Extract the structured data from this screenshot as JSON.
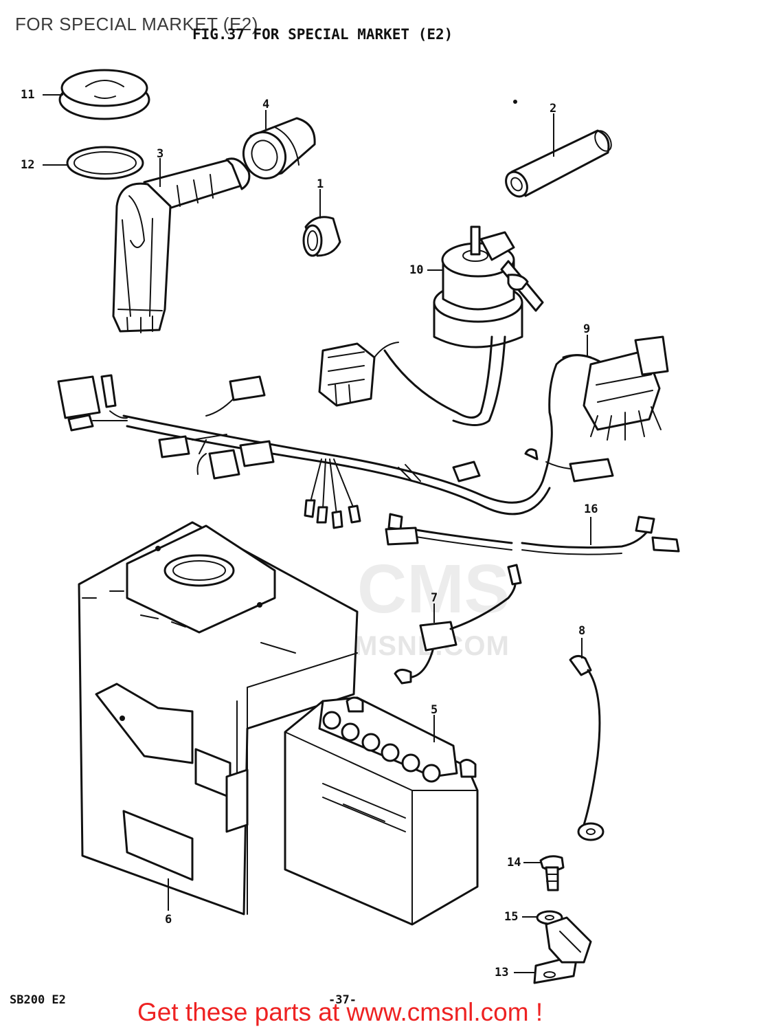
{
  "page": {
    "title": "FOR SPECIAL MARKET (E2)",
    "figure_title": "FIG.37  FOR SPECIAL MARKET (E2)",
    "model_code": "SB200  E2",
    "page_number": "-37-",
    "cta_text": "Get these parts at www.cmsnl.com !",
    "cta_color": "#ee2222"
  },
  "watermark": {
    "brand": "CMS",
    "url": "WWW.CMSNL.COM"
  },
  "callouts": {
    "c1": "1",
    "c2": "2",
    "c3": "3",
    "c4": "4",
    "c5": "5",
    "c6": "6",
    "c7": "7",
    "c8": "8",
    "c9": "9",
    "c10": "10",
    "c11": "11",
    "c12": "12",
    "c13": "13",
    "c14": "14",
    "c15": "15",
    "c16": "16"
  },
  "parts_icons": {
    "1": "ring-icon",
    "2": "tube-icon",
    "3": "plug-cap-icon",
    "4": "sleeve-icon",
    "5": "battery-icon",
    "6": "battery-case-icon",
    "7": "connector-icon",
    "8": "ground-wire-icon",
    "9": "wiring-harness-icon",
    "10": "ignition-switch-icon",
    "11": "cap-icon",
    "12": "gasket-icon",
    "13": "bracket-icon",
    "14": "bolt-icon",
    "15": "washer-icon",
    "16": "lead-wire-icon"
  }
}
